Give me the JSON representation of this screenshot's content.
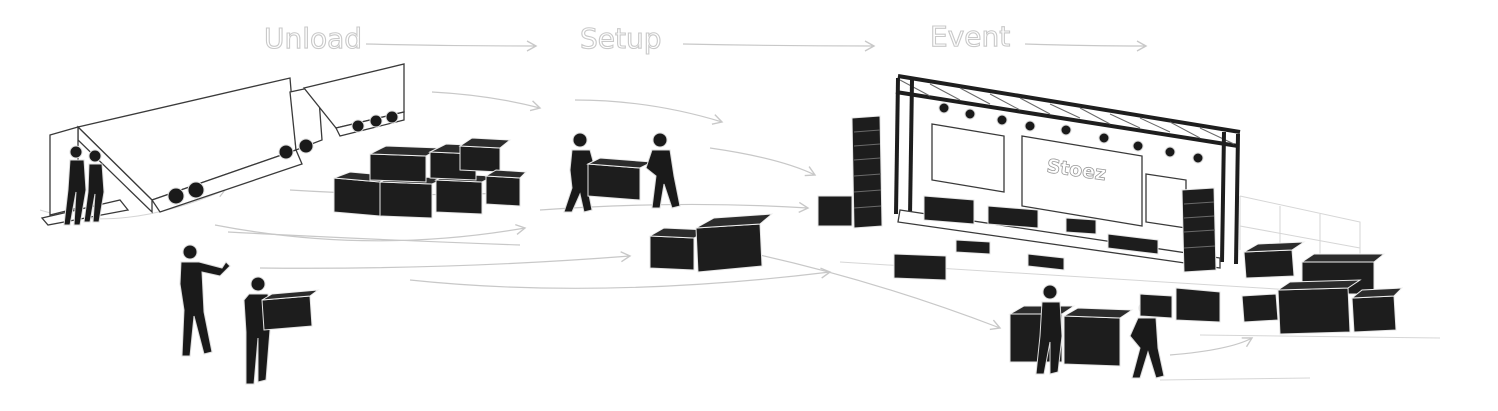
{
  "stages": [
    {
      "label": "Unload"
    },
    {
      "label": "Setup"
    },
    {
      "label": "Event"
    }
  ],
  "stage_sign": {
    "text": "Stoez"
  },
  "colors": {
    "ink": "#1d1d1d",
    "outline": "#3a3a3a",
    "flow_line": "#c8c8c8",
    "label_stroke": "#c9c9c9",
    "background": "#ffffff"
  },
  "icons": [
    "arrow-right-icon",
    "truck-icon",
    "road-case-icon",
    "crew-person-icon",
    "stage-truss-icon",
    "speaker-stack-icon",
    "moving-head-light-icon"
  ]
}
